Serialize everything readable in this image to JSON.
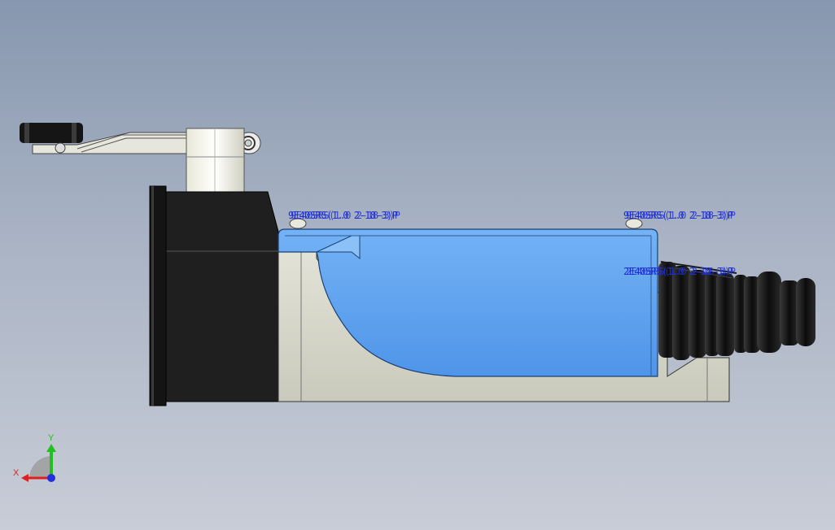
{
  "viewport": {
    "background_top": "#8797af",
    "background_bottom": "#c8cdd7"
  },
  "model": {
    "base_color": "#d8d8cc",
    "cover_color": "#5ea2ee",
    "housing_color": "#1e1e1e",
    "cable_color": "#151515"
  },
  "annotations": {
    "left_screw": "9E40SRS(1.0 2-18-3)P",
    "right_screw": "9E40SRS(1.0 2-18-3)P",
    "cable_gland": "2E40SRS(1.0 2-18-3)P"
  },
  "triad": {
    "x_label": "X",
    "y_label": "Y",
    "x_color": "#e02020",
    "y_color": "#20c020",
    "z_color": "#2030e0"
  }
}
